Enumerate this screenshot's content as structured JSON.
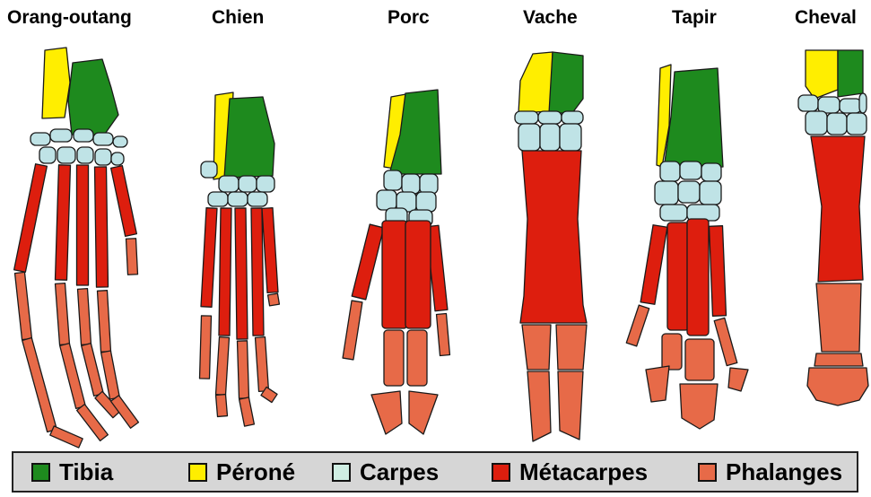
{
  "animals": [
    "Orang-outang",
    "Chien",
    "Porc",
    "Vache",
    "Tapir",
    "Cheval"
  ],
  "legend": [
    {
      "label": "Tibia",
      "color": "#1e8a1e"
    },
    {
      "label": "Péroné",
      "color": "#ffee00"
    },
    {
      "label": "Carpes",
      "color": "#cfeee3"
    },
    {
      "label": "Métacarpes",
      "color": "#dd1e0e"
    },
    {
      "label": "Phalanges",
      "color": "#e76a48"
    }
  ],
  "bone_colors": {
    "tibia": "#1e8a1e",
    "perone": "#ffee00",
    "carpes": "#bfe3e6",
    "metacarpes": "#dd1e0e",
    "phalanges": "#e76a48"
  }
}
